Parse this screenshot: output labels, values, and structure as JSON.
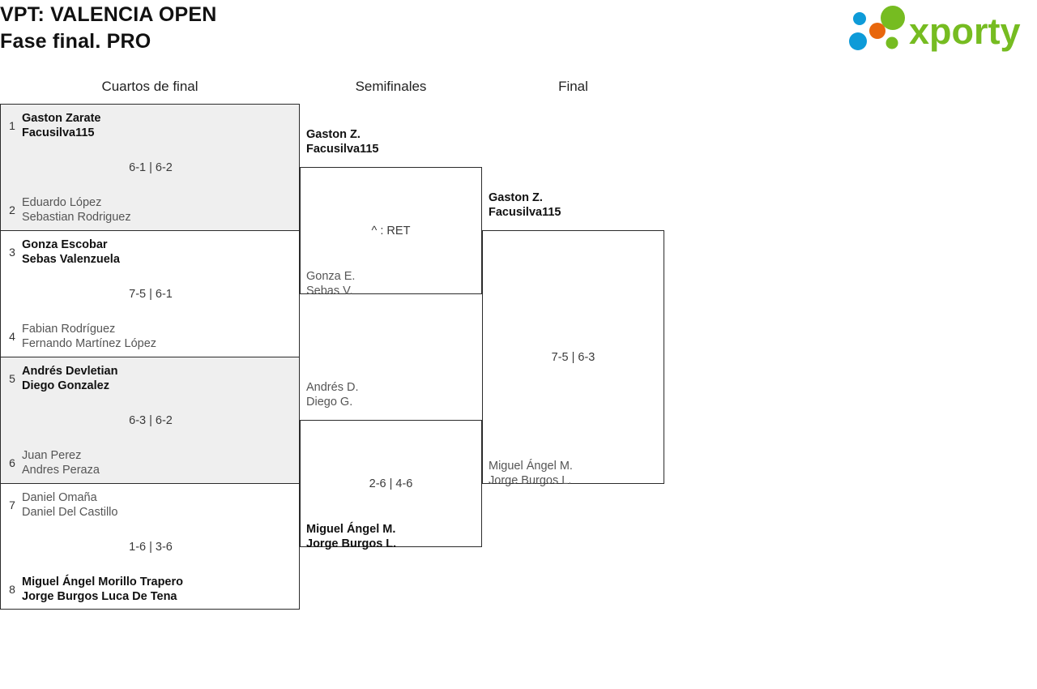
{
  "header": {
    "title": "VPT: VALENCIA OPEN",
    "subtitle": "Fase final. PRO",
    "logo": {
      "name": "xporty-logo",
      "wordmark": "xporty",
      "colors": {
        "green": "#76bc21",
        "blue": "#0e9bd8",
        "orange": "#e8670c"
      }
    }
  },
  "rounds": [
    {
      "key": "quarterfinals",
      "label": "Cuartos de final"
    },
    {
      "key": "semifinals",
      "label": "Semifinales"
    },
    {
      "key": "final",
      "label": "Final"
    }
  ],
  "colors": {
    "row_shaded": "#efefef",
    "row_plain": "#ffffff",
    "border": "#2b2b2b",
    "winner_text": "#111111",
    "loser_text": "#555555"
  },
  "bracket": {
    "quarterfinals": [
      {
        "score": "6-1 | 6-2",
        "shaded": true,
        "top": {
          "seed": "1",
          "line1": "Gaston Zarate",
          "line2": "Facusilva115",
          "winner": true
        },
        "bottom": {
          "seed": "2",
          "line1": "Eduardo López",
          "line2": "Sebastian Rodriguez",
          "winner": false
        }
      },
      {
        "score": "7-5 | 6-1",
        "shaded": false,
        "top": {
          "seed": "3",
          "line1": "Gonza Escobar",
          "line2": "Sebas Valenzuela",
          "winner": true
        },
        "bottom": {
          "seed": "4",
          "line1": "Fabian Rodríguez",
          "line2": "Fernando Martínez López",
          "winner": false
        }
      },
      {
        "score": "6-3 | 6-2",
        "shaded": true,
        "top": {
          "seed": "5",
          "line1": "Andrés Devletian",
          "line2": "Diego Gonzalez",
          "winner": true
        },
        "bottom": {
          "seed": "6",
          "line1": "Juan Perez",
          "line2": "Andres Peraza",
          "winner": false
        }
      },
      {
        "score": "1-6 | 3-6",
        "shaded": false,
        "top": {
          "seed": "7",
          "line1": "Daniel Omaña",
          "line2": "Daniel Del Castillo",
          "winner": false
        },
        "bottom": {
          "seed": "8",
          "line1": "Miguel Ángel Morillo Trapero",
          "line2": "Jorge Burgos Luca De Tena",
          "winner": true
        }
      }
    ],
    "semifinals": [
      {
        "score": "^ : RET",
        "top": {
          "line1": "Gaston Z.",
          "line2": "Facusilva115",
          "winner": true
        },
        "bottom": {
          "line1": "Gonza E.",
          "line2": "Sebas V.",
          "winner": false
        }
      },
      {
        "score": "2-6 | 4-6",
        "top": {
          "line1": "Andrés D.",
          "line2": "Diego G.",
          "winner": false
        },
        "bottom": {
          "line1": "Miguel Ángel M.",
          "line2": "Jorge Burgos L.",
          "winner": true
        }
      }
    ],
    "final": {
      "score": "7-5 | 6-3",
      "top": {
        "line1": "Gaston Z.",
        "line2": "Facusilva115",
        "winner": true
      },
      "bottom": {
        "line1": "Miguel Ángel M.",
        "line2": "Jorge Burgos L.",
        "winner": false
      }
    }
  }
}
